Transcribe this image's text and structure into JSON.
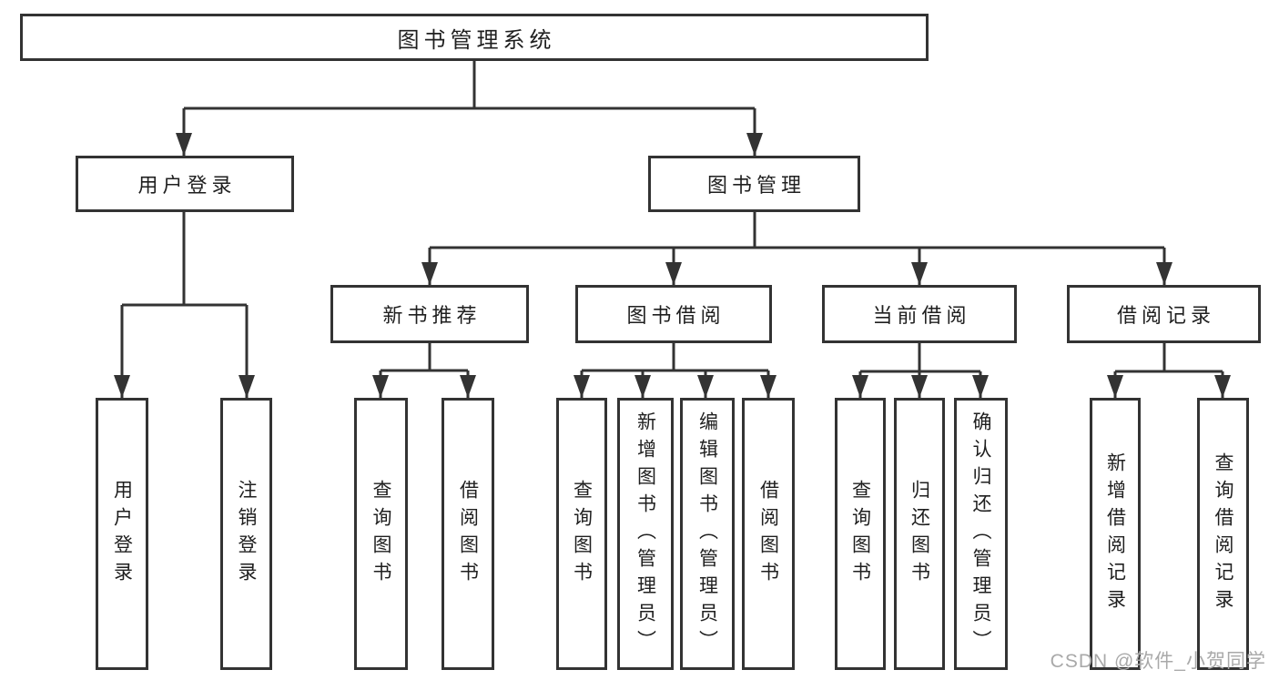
{
  "diagram": {
    "root": {
      "label": "图书管理系统"
    },
    "branches": [
      {
        "label": "用户登录",
        "children": [
          {
            "label": "用户登录"
          },
          {
            "label": "注销登录"
          }
        ]
      },
      {
        "label": "图书管理",
        "children": [
          {
            "label": "新书推荐",
            "children": [
              {
                "label": "查询图书"
              },
              {
                "label": "借阅图书"
              }
            ]
          },
          {
            "label": "图书借阅",
            "children": [
              {
                "label": "查询图书"
              },
              {
                "label": "新增图书（管理员）"
              },
              {
                "label": "编辑图书（管理员）"
              },
              {
                "label": "借阅图书"
              }
            ]
          },
          {
            "label": "当前借阅",
            "children": [
              {
                "label": "查询图书"
              },
              {
                "label": "归还图书"
              },
              {
                "label": "确认归还（管理员）"
              }
            ]
          },
          {
            "label": "借阅记录",
            "children": [
              {
                "label": "新增借阅记录"
              },
              {
                "label": "查询借阅记录"
              }
            ]
          }
        ]
      }
    ],
    "watermark": "CSDN @软件_小贺同学",
    "colors": {
      "line": "#333333",
      "text": "#1f1f1f",
      "watermark": "#a9a9a9",
      "background": "#ffffff"
    }
  }
}
